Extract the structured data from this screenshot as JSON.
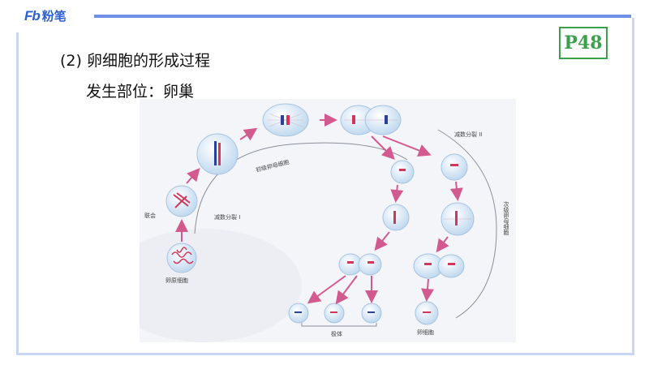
{
  "brand": {
    "mark": "Fb",
    "name": "粉笔"
  },
  "page_tag": "P48",
  "heading": "(2) 卵细胞的形成过程",
  "subheading": "发生部位：卵巢",
  "figure": {
    "labels": {
      "meiosis1": "减数分裂 I",
      "meiosis2": "减数分裂 II",
      "primary_oocyte": "初级卵母细胞",
      "secondary_oocyte": "次级卵母细胞",
      "synapsis": "联会",
      "oogonium": "卵原细胞",
      "polar_bodies": "极体",
      "egg": "卵细胞"
    }
  },
  "colors": {
    "brand": "#2e60d8",
    "tag": "#3aa14a",
    "cell": "#dcebf7",
    "chromosome": "#d2365b",
    "arrow": "#d25a8f"
  }
}
